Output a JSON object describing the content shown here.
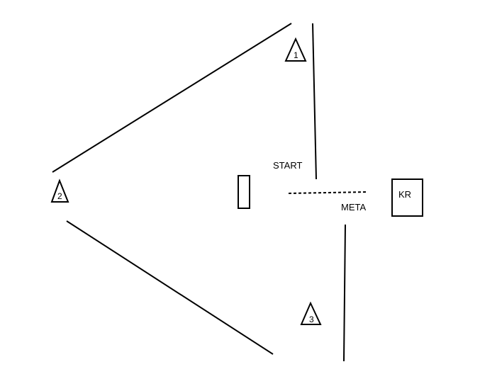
{
  "labels": {
    "start": "START",
    "meta": "META",
    "box": "KR"
  },
  "markers": [
    {
      "number": "1"
    },
    {
      "number": "2"
    },
    {
      "number": "3"
    }
  ]
}
